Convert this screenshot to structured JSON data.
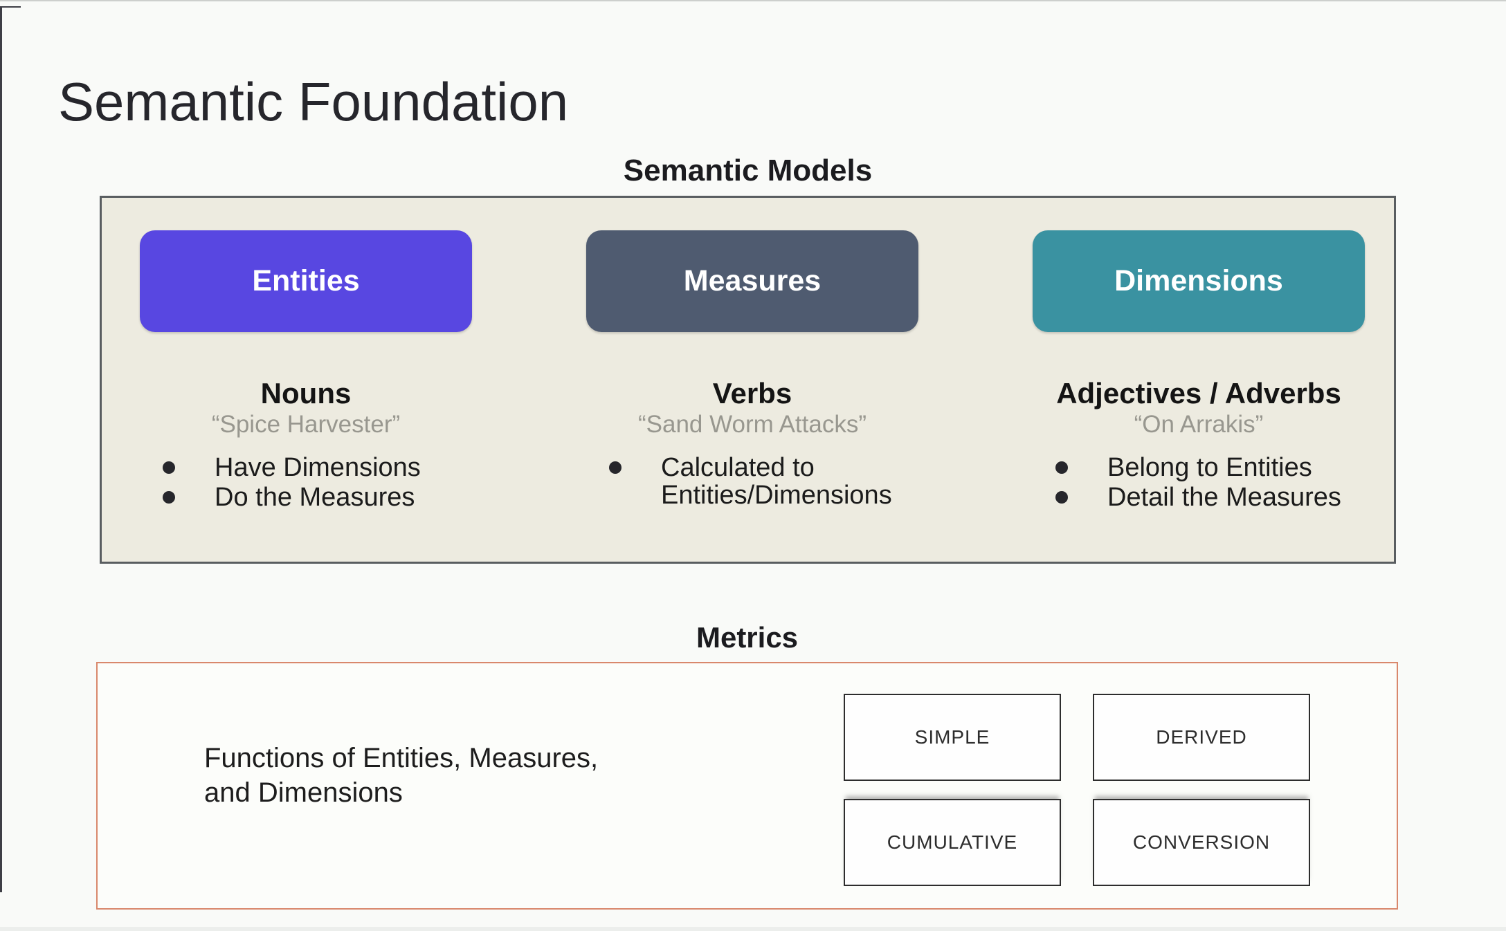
{
  "title": "Semantic Foundation",
  "colors": {
    "panel_background": "#edebe0",
    "panel_border": "#595d60",
    "metrics_border": "#d9886c",
    "entities_button": "#5847e1",
    "measures_button": "#4f5b70",
    "dimensions_button": "#3a92a1"
  },
  "semantic_models": {
    "heading": "Semantic Models",
    "columns": [
      {
        "button_label": "Entities",
        "button_color": "#5847e1",
        "role": "Nouns",
        "example": "“Spice Harvester”",
        "bullets": [
          "Have Dimensions",
          "Do the Measures"
        ]
      },
      {
        "button_label": "Measures",
        "button_color": "#4f5b70",
        "role": "Verbs",
        "example": "“Sand Worm Attacks”",
        "bullets": [
          "Calculated to Entities/Dimensions"
        ]
      },
      {
        "button_label": "Dimensions",
        "button_color": "#3a92a1",
        "role": "Adjectives / Adverbs",
        "example": "“On Arrakis”",
        "bullets": [
          "Belong to Entities",
          "Detail the Measures"
        ]
      }
    ]
  },
  "metrics": {
    "heading": "Metrics",
    "description_lines": [
      "Functions of Entities, Measures,",
      "and Dimensions"
    ],
    "types": [
      "SIMPLE",
      "DERIVED",
      "CUMULATIVE",
      "CONVERSION"
    ]
  }
}
